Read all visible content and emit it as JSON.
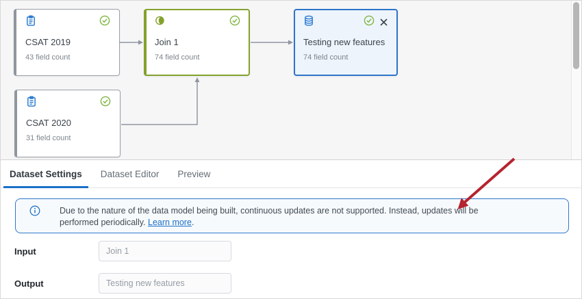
{
  "canvas": {
    "nodes": [
      {
        "title": "CSAT 2019",
        "subtitle": "43 field count",
        "icon": "clipboard-icon",
        "status_icon": "check-circle-icon",
        "state": "default"
      },
      {
        "title": "Join 1",
        "subtitle": "74 field count",
        "icon": "join-icon",
        "status_icon": "check-circle-icon",
        "state": "valid-green"
      },
      {
        "title": "Testing new features",
        "subtitle": "74 field count",
        "icon": "database-icon",
        "status_icon": "check-circle-icon",
        "close_icon": "x-icon",
        "state": "selected-blue"
      },
      {
        "title": "CSAT 2020",
        "subtitle": "31 field count",
        "icon": "clipboard-icon",
        "status_icon": "check-circle-icon",
        "state": "default"
      }
    ]
  },
  "tabs": [
    {
      "label": "Dataset Settings",
      "active": true
    },
    {
      "label": "Dataset Editor",
      "active": false
    },
    {
      "label": "Preview",
      "active": false
    }
  ],
  "banner": {
    "icon": "info-icon",
    "text": "Due to the nature of the data model being built, continuous updates are not supported. Instead, updates will be performed periodically. ",
    "link_text": "Learn more",
    "text_suffix": "."
  },
  "form": {
    "rows": [
      {
        "label": "Input",
        "value": "Join 1"
      },
      {
        "label": "Output",
        "value": "Testing new features"
      }
    ]
  },
  "colors": {
    "node_valid_green": "#83a22c",
    "node_selected_blue": "#2d74c8",
    "node_selected_bg": "#eef4fc",
    "check_green": "#7eb63f",
    "icon_blue": "#2e7dd1",
    "tab_underline_blue": "#1b70c8",
    "banner_border_blue": "#2e76c9",
    "link_blue": "#1a6fc7",
    "connector_gray": "#9096a0",
    "annotation_red": "#b5242f"
  },
  "annotation": {
    "type": "red-arrow",
    "points_to": "info-banner"
  }
}
